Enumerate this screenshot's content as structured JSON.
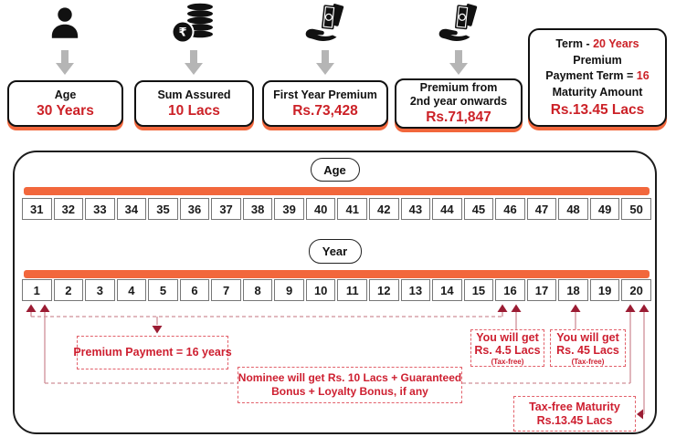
{
  "colors": {
    "orange": "#f2673c",
    "red": "#cc2127",
    "annotation-red": "#ce1f30",
    "dash": "#e2606a",
    "maroon": "#9b1c33",
    "wire": "#cf8f98",
    "gray-arrow": "#b5b5b5"
  },
  "top_cards": [
    {
      "icon": "person-icon",
      "title_lines": [
        "Age"
      ],
      "value": "30 Years"
    },
    {
      "icon": "rupee-coins-icon",
      "title_lines": [
        "Sum Assured"
      ],
      "value": "10 Lacs"
    },
    {
      "icon": "money-in-hand-icon",
      "title_lines": [
        "First Year Premium"
      ],
      "value": "Rs.73,428"
    },
    {
      "icon": "money-in-hand-icon",
      "title_lines": [
        "Premium from",
        "2nd year onwards"
      ],
      "value": "Rs.71,847"
    }
  ],
  "term_card": {
    "line1_black": "Term  -",
    "line1_red": "20 Years",
    "line2": "Premium",
    "line3_black": "Payment Term =",
    "line3_red": "16",
    "line4": "Maturity Amount",
    "line5": "Rs.13.45 Lacs"
  },
  "panel": {
    "age_label": "Age",
    "year_label": "Year",
    "ages": [
      31,
      32,
      33,
      34,
      35,
      36,
      37,
      38,
      39,
      40,
      41,
      42,
      43,
      44,
      45,
      46,
      47,
      48,
      49,
      50
    ],
    "years": [
      1,
      2,
      3,
      4,
      5,
      6,
      7,
      8,
      9,
      10,
      11,
      12,
      13,
      14,
      15,
      16,
      17,
      18,
      19,
      20
    ]
  },
  "annotations": {
    "premium_payment": "Premium Payment = 16 years",
    "you_will_get_1": {
      "line1": "You will get",
      "line2": "Rs. 4.5 Lacs",
      "line3": "(Tax-free)"
    },
    "you_will_get_2": {
      "line1": "You will get",
      "line2": "Rs. 45 Lacs",
      "line3": "(Tax-free)"
    },
    "nominee": {
      "line1": "Nominee will get Rs. 10 Lacs + Guaranteed",
      "line2": "Bonus + Loyalty Bonus, if any"
    },
    "tax_free_maturity": {
      "line1": "Tax-free Maturity",
      "line2": "Rs.13.45 Lacs"
    }
  }
}
